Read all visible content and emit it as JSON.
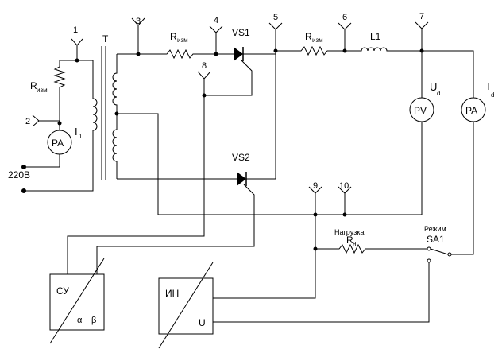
{
  "diagram": {
    "terminals": [
      "1",
      "2",
      "3",
      "4",
      "5",
      "6",
      "7",
      "8",
      "9",
      "10"
    ],
    "transformer": "T",
    "resistor_label": "R",
    "resistor_sub": "изм",
    "thyristor_1": "VS1",
    "thyristor_2": "VS2",
    "inductor": "L1",
    "voltmeter": "PV",
    "ammeter": "PA",
    "current_label": "I",
    "current_sub_1": "1",
    "current_sub_d": "d",
    "voltage_label": "U",
    "voltage_sub": "d",
    "supply": "220В",
    "load_title": "Нагрузка",
    "load_resistor": "R",
    "load_sub": "н",
    "mode_title": "Режим",
    "switch": "SA1",
    "control_unit": "СУ",
    "alpha": "α",
    "beta": "β",
    "meter_unit": "ИН",
    "meter_u": "U"
  }
}
